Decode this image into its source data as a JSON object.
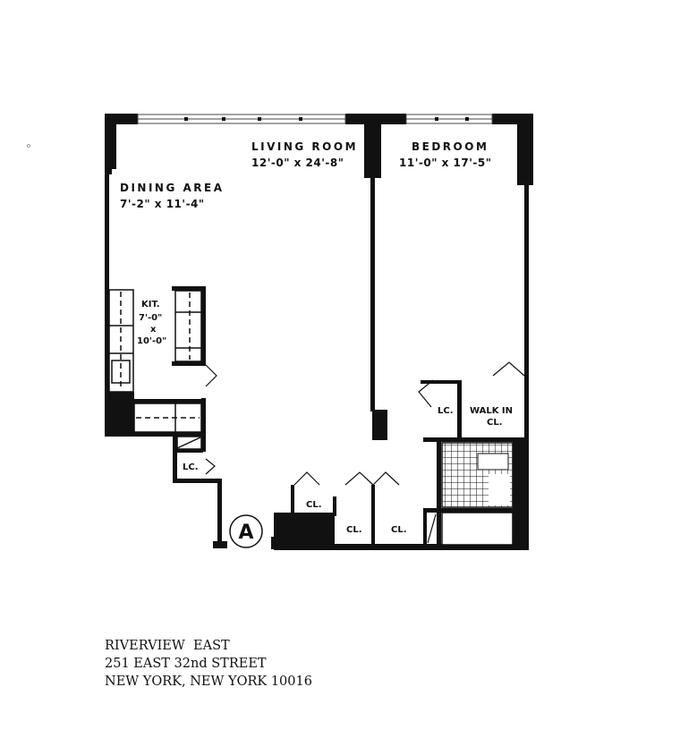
{
  "plan": {
    "unit_marker": "A",
    "rooms": {
      "living_room": {
        "name": "LIVING ROOM",
        "dimensions": "12'-0\" x 24'-8\""
      },
      "bedroom": {
        "name": "BEDROOM",
        "dimensions": "11'-0\" x 17'-5\""
      },
      "dining_area": {
        "name": "DINING AREA",
        "dimensions": "7'-2\" x 11'-4\""
      },
      "kitchen": {
        "name": "KIT.",
        "dim_a": "7'-0\"",
        "x": "x",
        "dim_b": "10'-0\""
      }
    },
    "closets": {
      "lc_kitchen": "LC.",
      "lc_bedroom": "LC.",
      "walk_in_line1": "WALK IN",
      "walk_in_line2": "CL.",
      "cl_upper": "CL.",
      "cl_middle": "CL.",
      "cl_right": "CL."
    }
  },
  "address": {
    "line1": "RIVERVIEW  EAST",
    "line2": "251 EAST 32nd STREET",
    "line3": "NEW YORK, NEW YORK 10016"
  },
  "colors": {
    "wall": "#111111",
    "background": "#ffffff"
  }
}
